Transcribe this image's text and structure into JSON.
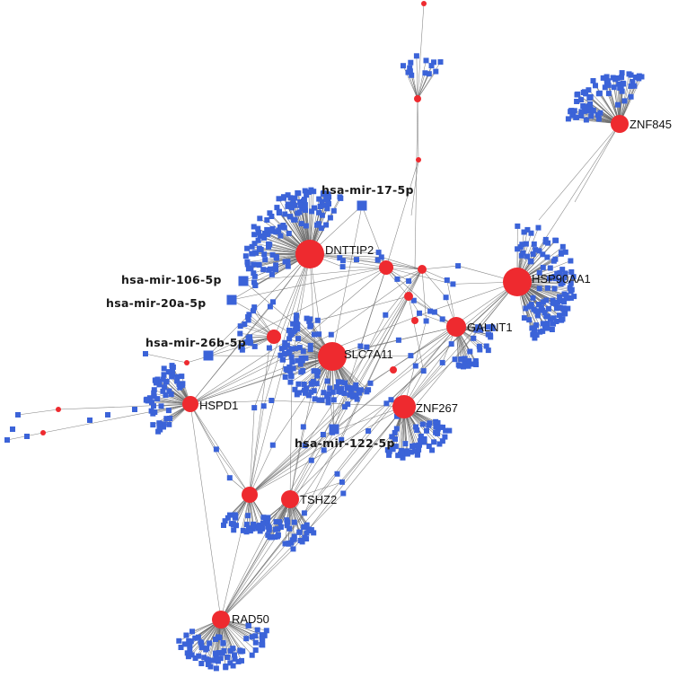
{
  "colors": {
    "gene_node": "#ee2a2f",
    "mirna_node": "#3b63d8",
    "edge": "#6b6b6b",
    "background": "#ffffff"
  },
  "gene_labels": {
    "DNTTIP2": "DNTTIP2",
    "HSP90AA1": "HSP90AA1",
    "SLC7A11": "SLC7A11",
    "ZNF267": "ZNF267",
    "GALNT1": "GALNT1",
    "HSPD1": "HSPD1",
    "TSHZ2": "TSHZ2",
    "RAD50": "RAD50",
    "ZNF845": "ZNF845"
  },
  "mirna_labels": {
    "mir17": "hsa-mir-17-5p",
    "mir106": "hsa-mir-106-5p",
    "mir20a": "hsa-mir-20a-5p",
    "mir26b": "hsa-mir-26b-5p",
    "mir122": "hsa-mir-122-5p"
  }
}
